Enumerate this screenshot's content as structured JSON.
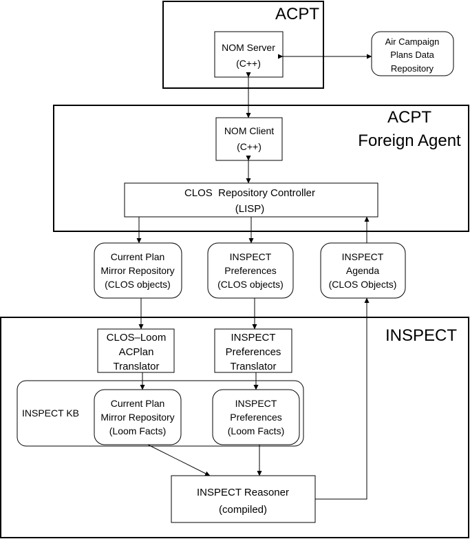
{
  "containers": {
    "acpt": "ACPT",
    "foreign_agent": [
      "ACPT",
      "Foreign Agent"
    ],
    "inspect": "INSPECT",
    "inspect_kb": "INSPECT KB"
  },
  "nodes": {
    "nom_server": [
      "NOM Server",
      "(C++)"
    ],
    "air_campaign": [
      "Air Campaign",
      "Plans Data",
      "Repository"
    ],
    "nom_client": [
      "NOM Client",
      "(C++)"
    ],
    "clos_controller": [
      "CLOS  Repository Controller",
      "(LISP)"
    ],
    "current_plan_mirror": [
      "Current Plan",
      "Mirror Repository",
      "(CLOS objects)"
    ],
    "inspect_preferences": [
      "INSPECT",
      "Preferences",
      "(CLOS objects)"
    ],
    "inspect_agenda": [
      "INSPECT",
      "Agenda",
      "(CLOS Objects)"
    ],
    "clos_loom_translator": [
      "CLOS–Loom",
      "ACPlan",
      "Translator"
    ],
    "preferences_translator": [
      "INSPECT",
      "Preferences",
      "Translator"
    ],
    "kb_current_plan": [
      "Current Plan",
      "Mirror Repository",
      "(Loom Facts)"
    ],
    "kb_preferences": [
      "INSPECT",
      "Preferences",
      "(Loom Facts)"
    ],
    "reasoner": [
      "INSPECT Reasoner",
      "(compiled)"
    ]
  }
}
